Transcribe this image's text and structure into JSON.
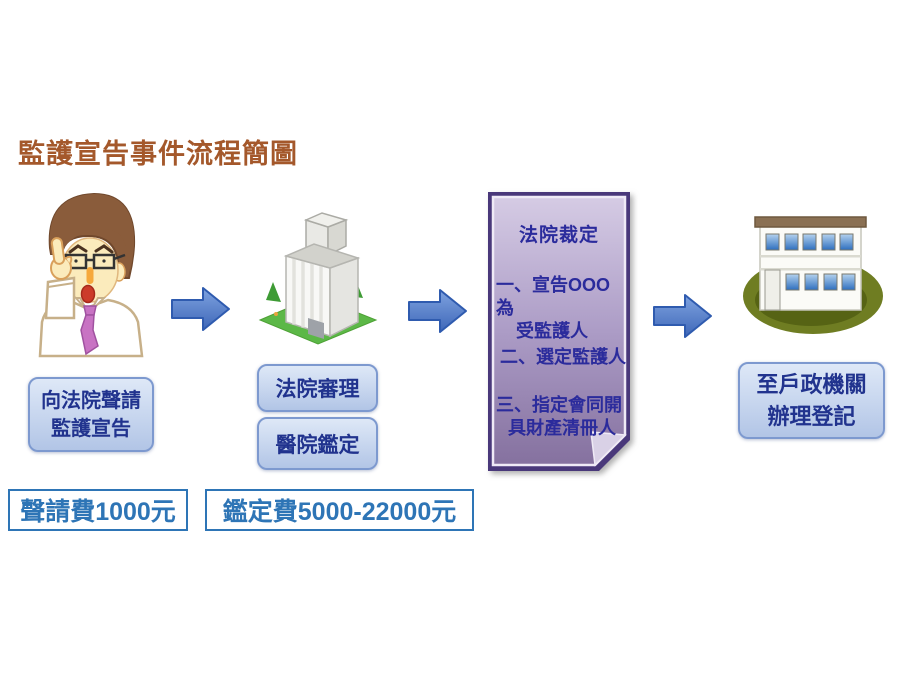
{
  "title": "監護宣告事件流程簡圖",
  "diagram": {
    "apply_box": {
      "line1": "向法院聲請",
      "line2": "監護宣告"
    },
    "court_review_label": "法院審理",
    "hospital_label": "醫院鑑定",
    "ruling": {
      "heading": "法院裁定",
      "item1_line1": "一、宣告OOO為",
      "item1_line2": "受監護人",
      "item2": "二、選定監護人",
      "item3_line1": "三、指定會同開",
      "item3_line2": "具財產清冊人"
    },
    "register_box": {
      "line1": "至戶政機關",
      "line2": "辦理登記"
    }
  },
  "fees": {
    "application_fee": "聲請費1000元",
    "assessment_fee": "鑑定費5000-22000元"
  },
  "icons": {
    "person": "person-adjusting-glasses",
    "court_building": "isometric-office-tower",
    "registration_office": "two-story-office-building",
    "arrow": "right-block-arrow"
  },
  "colors": {
    "title_text": "#A4582B",
    "box_fill_top": "#DEE8F7",
    "box_fill_bottom": "#B2C5E6",
    "box_border": "#7D99CF",
    "box_text": "#21338E",
    "arrow_fill_top": "#7FA3E0",
    "arrow_fill_bottom": "#3E67B8",
    "arrow_border": "#2F5BAF",
    "scroll_back": "#49387A",
    "scroll_fill_top": "#D5CBE4",
    "scroll_fill_bottom": "#85719F",
    "scroll_text": "#2B2B9C",
    "fee_border": "#2E75B6",
    "fee_text": "#2E75B6",
    "grass_green": "#5CB847",
    "oval_olive": "#6F7D22"
  }
}
